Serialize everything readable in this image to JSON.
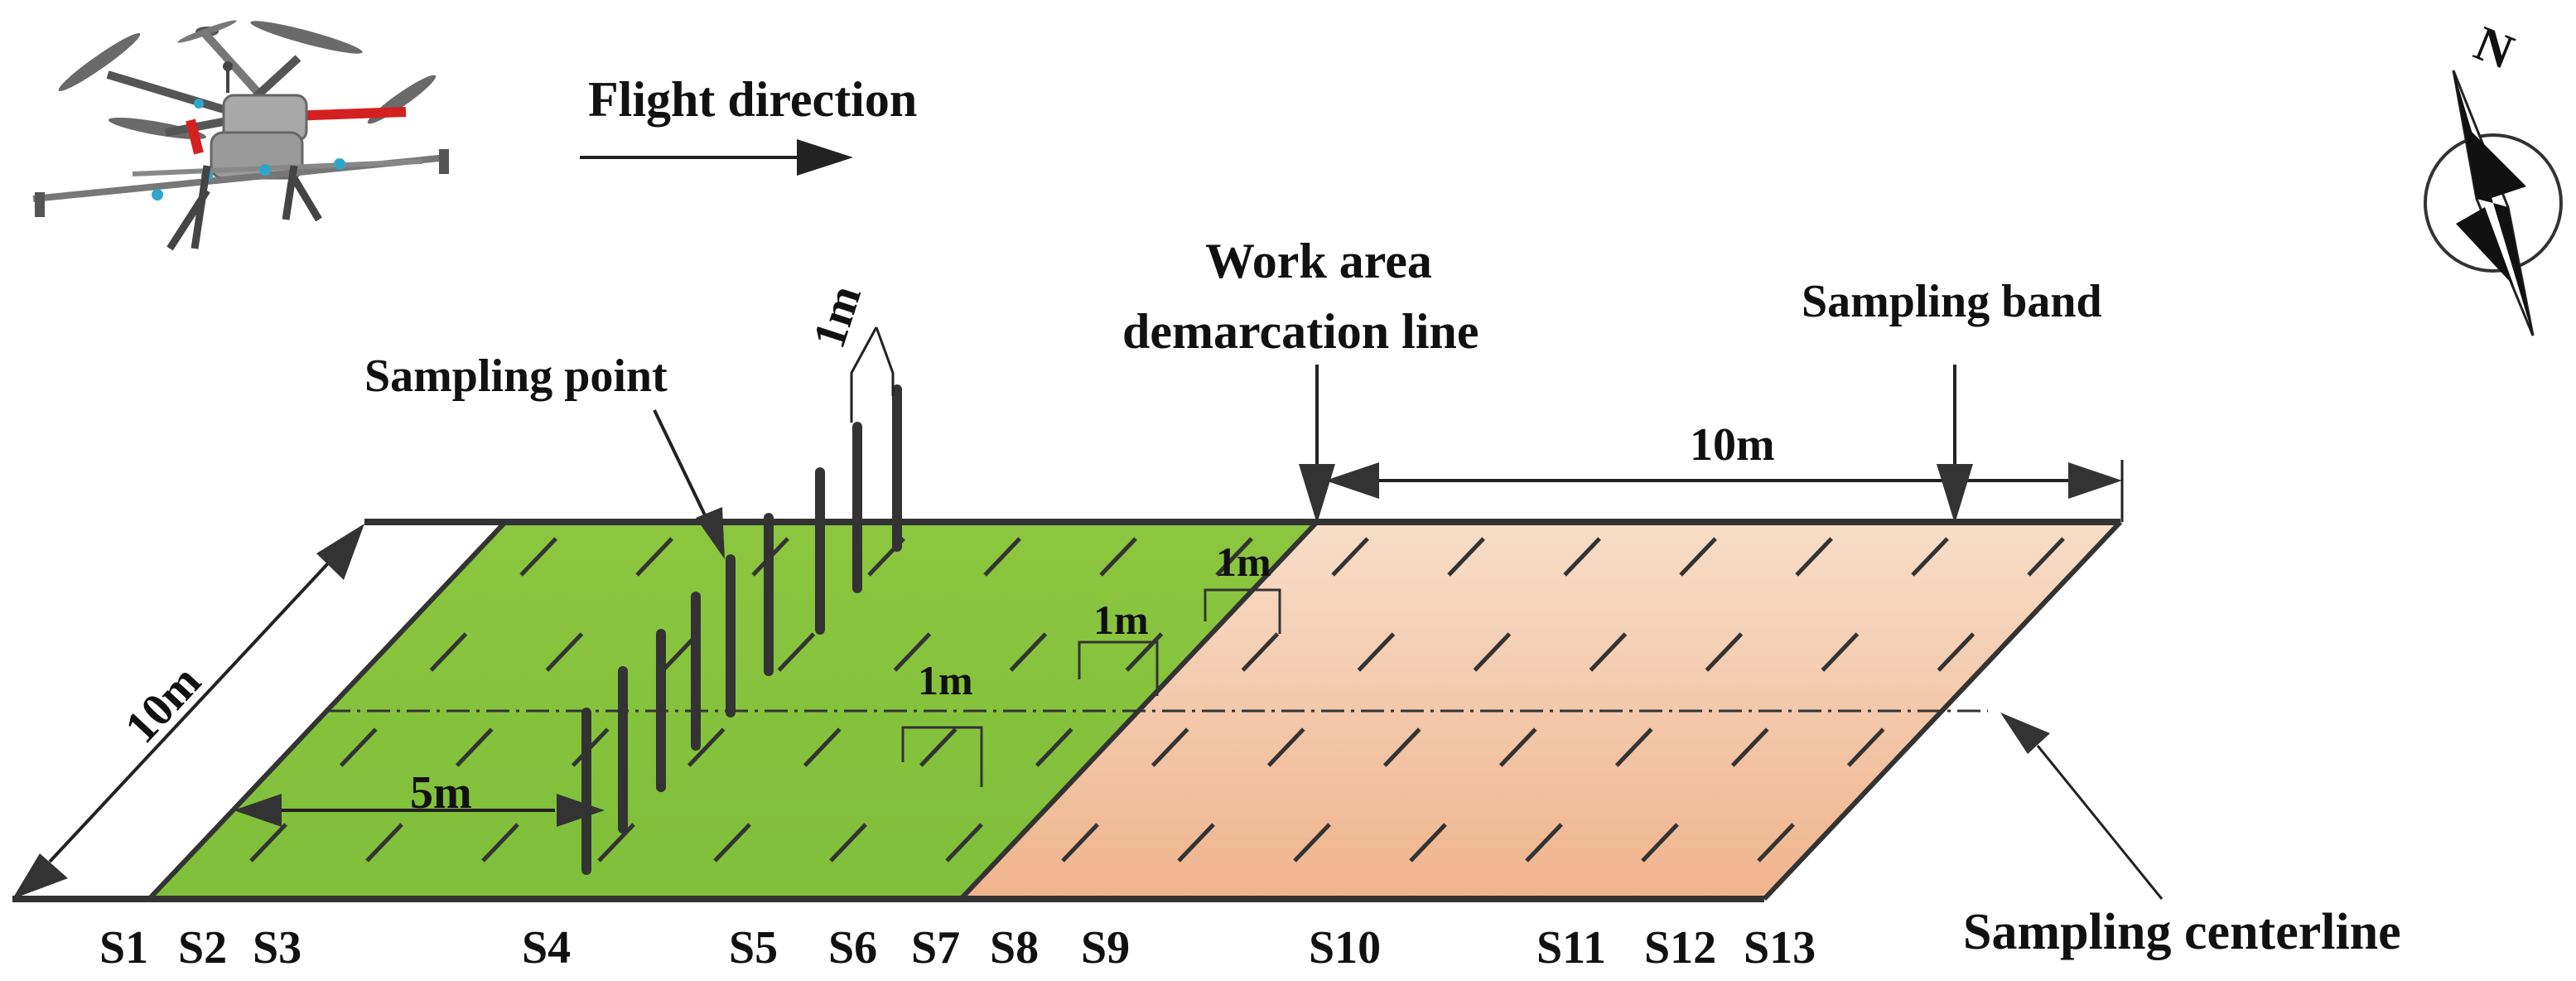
{
  "labels": {
    "flight_direction": "Flight direction",
    "work_area_line1": "Work area",
    "work_area_line2": "demarcation line",
    "sampling_band": "Sampling band",
    "sampling_point": "Sampling point",
    "sampling_centerline": "Sampling centerline",
    "compass_north": "N",
    "dim_10m_top": "10m",
    "dim_10m_left": "10m",
    "dim_5m": "5m",
    "dim_1m_vertical": "1m",
    "dim_1m_a": "1m",
    "dim_1m_b": "1m",
    "dim_1m_c": "1m"
  },
  "stations": [
    "S1",
    "S2",
    "S3",
    "S4",
    "S5",
    "S6",
    "S7",
    "S8",
    "S9",
    "S10",
    "S11",
    "S12",
    "S13"
  ],
  "colors": {
    "green_field": "#8cc63f",
    "peach_field": "#f2c3a1",
    "outline": "#333333",
    "drone_arm_red": "#d42020",
    "drone_body": "#9a9a9a"
  },
  "icons": {
    "drone": "drone-illustration",
    "compass": "north-compass-icon"
  }
}
